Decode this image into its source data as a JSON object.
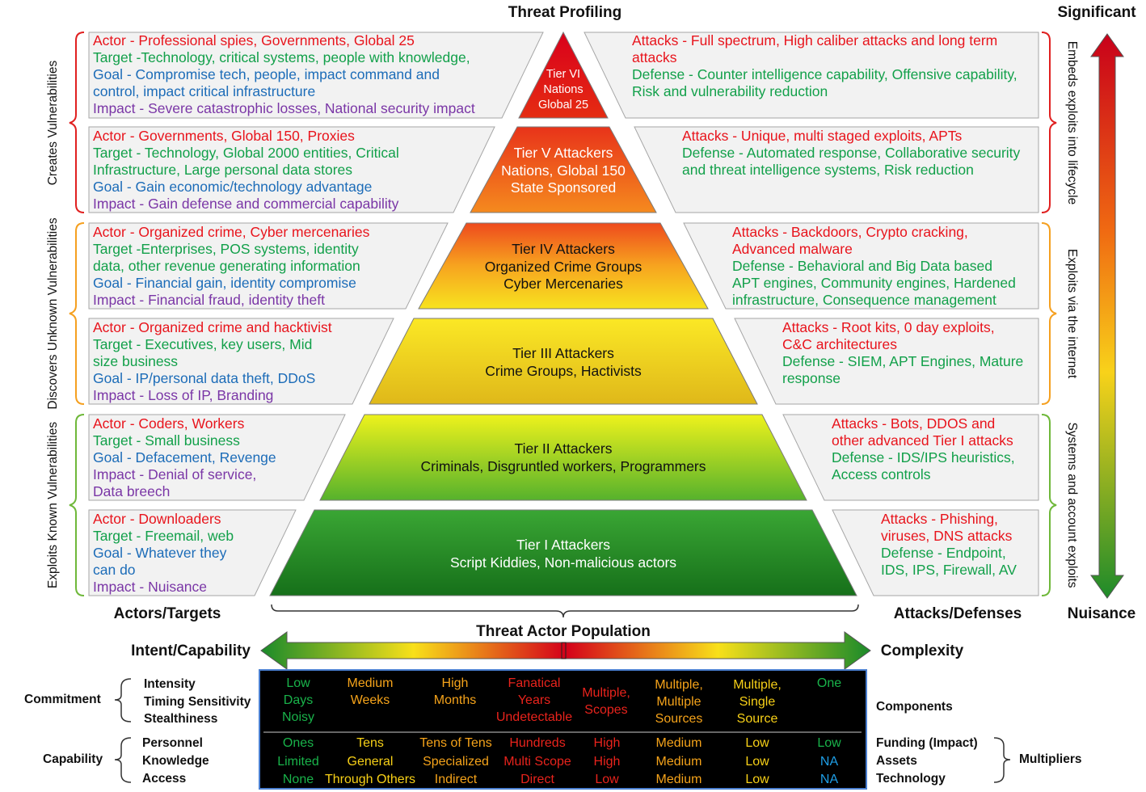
{
  "header": {
    "title": "Threat Profiling",
    "significant": "Significant",
    "nuisance": "Nuisance",
    "actors_targets": "Actors/Targets",
    "attacks_defenses": "Attacks/Defenses",
    "population": "Threat Actor Population",
    "intent": "Intent/Capability",
    "complexity": "Complexity"
  },
  "left_vertical": {
    "creates": "Creates Vulnerabilities",
    "discovers": "Discovers Unknown Vulnerabilities",
    "exploits_known": "Exploits Known Vulnerabilities"
  },
  "right_vertical": {
    "embeds": "Embeds exploits into lifecycle",
    "exploits_internet": "Exploits via the internet",
    "systems": "Systems and account exploits"
  },
  "tiers": [
    {
      "label": [
        "Tier VI",
        "Nations",
        "Global 25"
      ]
    },
    {
      "label": [
        "Tier V Attackers",
        "Nations, Global 150",
        "State Sponsored"
      ]
    },
    {
      "label": [
        "Tier IV Attackers",
        "Organized Crime Groups",
        "Cyber Mercenaries"
      ]
    },
    {
      "label": [
        "Tier III Attackers",
        "Crime Groups, Hactivists"
      ]
    },
    {
      "label": [
        "Tier II Attackers",
        "Criminals, Disgruntled workers, Programmers"
      ]
    },
    {
      "label": [
        "Tier I Attackers",
        "Script Kiddies, Non-malicious actors"
      ]
    }
  ],
  "left_panels": [
    [
      {
        "c": "red",
        "t": "Actor - Professional spies, Governments, Global 25"
      },
      {
        "c": "green",
        "t": "Target -Technology, critical systems, people with knowledge,"
      },
      {
        "c": "blue",
        "t": "Goal - Compromise tech, people, impact command and"
      },
      {
        "c": "blue",
        "t": "control, impact critical infrastructure"
      },
      {
        "c": "purple",
        "t": "Impact - Severe catastrophic losses, National security impact"
      }
    ],
    [
      {
        "c": "red",
        "t": "Actor - Governments, Global 150, Proxies"
      },
      {
        "c": "green",
        "t": "Target - Technology, Global 2000 entities, Critical"
      },
      {
        "c": "green",
        "t": "Infrastructure, Large personal data stores"
      },
      {
        "c": "blue",
        "t": "Goal - Gain economic/technology advantage"
      },
      {
        "c": "purple",
        "t": "Impact - Gain defense and commercial capability"
      }
    ],
    [
      {
        "c": "red",
        "t": "Actor - Organized crime, Cyber mercenaries"
      },
      {
        "c": "green",
        "t": "Target -Enterprises, POS systems, identity"
      },
      {
        "c": "green",
        "t": "data, other revenue generating information"
      },
      {
        "c": "blue",
        "t": "Goal - Financial gain, identity compromise"
      },
      {
        "c": "purple",
        "t": "Impact - Financial fraud, identity theft"
      }
    ],
    [
      {
        "c": "red",
        "t": "Actor - Organized crime and hacktivist"
      },
      {
        "c": "green",
        "t": "Target - Executives, key users, Mid"
      },
      {
        "c": "green",
        "t": "size business"
      },
      {
        "c": "blue",
        "t": "Goal - IP/personal data theft, DDoS"
      },
      {
        "c": "purple",
        "t": "Impact - Loss of IP, Branding"
      }
    ],
    [
      {
        "c": "red",
        "t": "Actor - Coders, Workers"
      },
      {
        "c": "green",
        "t": "Target -  Small business"
      },
      {
        "c": "blue",
        "t": "Goal - Defacement, Revenge"
      },
      {
        "c": "purple",
        "t": "Impact - Denial of service,"
      },
      {
        "c": "purple",
        "t": "Data breech"
      }
    ],
    [
      {
        "c": "red",
        "t": "Actor - Downloaders"
      },
      {
        "c": "green",
        "t": "Target - Freemail, web"
      },
      {
        "c": "blue",
        "t": "Goal - Whatever they"
      },
      {
        "c": "blue",
        "t": "can do"
      },
      {
        "c": "purple",
        "t": "Impact - Nuisance"
      }
    ]
  ],
  "right_panels": [
    [
      {
        "c": "red",
        "t": "Attacks - Full spectrum, High caliber attacks and long term"
      },
      {
        "c": "red",
        "t": "attacks"
      },
      {
        "c": "green",
        "t": "Defense - Counter intelligence capability, Offensive capability,"
      },
      {
        "c": "green",
        "t": "Risk and vulnerability reduction"
      }
    ],
    [
      {
        "c": "red",
        "t": "Attacks - Unique, multi staged exploits, APTs"
      },
      {
        "c": "green",
        "t": "Defense - Automated response, Collaborative security"
      },
      {
        "c": "green",
        "t": "and threat intelligence systems, Risk reduction"
      }
    ],
    [
      {
        "c": "red",
        "t": "Attacks - Backdoors, Crypto cracking,"
      },
      {
        "c": "red",
        "t": "Advanced malware"
      },
      {
        "c": "green",
        "t": "Defense -  Behavioral and Big Data based"
      },
      {
        "c": "green",
        "t": "APT engines, Community engines, Hardened"
      },
      {
        "c": "green",
        "t": "infrastructure, Consequence management"
      }
    ],
    [
      {
        "c": "red",
        "t": "Attacks - Root kits, 0 day exploits,"
      },
      {
        "c": "red",
        "t": "C&C architectures"
      },
      {
        "c": "green",
        "t": "Defense - SIEM, APT Engines, Mature"
      },
      {
        "c": "green",
        "t": "response"
      }
    ],
    [
      {
        "c": "red",
        "t": "Attacks - Bots, DDOS and"
      },
      {
        "c": "red",
        "t": "other advanced Tier I attacks"
      },
      {
        "c": "green",
        "t": "Defense - IDS/IPS heuristics,"
      },
      {
        "c": "green",
        "t": "Access controls"
      }
    ],
    [
      {
        "c": "red",
        "t": "Attacks - Phishing,"
      },
      {
        "c": "red",
        "t": "viruses, DNS attacks"
      },
      {
        "c": "green",
        "t": "Defense - Endpoint,"
      },
      {
        "c": "green",
        "t": "IDS, IPS, Firewall, AV"
      }
    ]
  ],
  "table": {
    "left_groups": [
      {
        "group": "Commitment",
        "items": [
          "Intensity",
          "Timing Sensitivity",
          "Stealthiness"
        ]
      },
      {
        "group": "Capability",
        "items": [
          "Personnel",
          "Knowledge",
          "Access"
        ]
      }
    ],
    "right_labels": {
      "components": "Components",
      "items": [
        "Funding (Impact)",
        "Assets",
        "Technology"
      ],
      "multipliers": "Multipliers"
    },
    "top_rows": [
      {
        "c": "green",
        "lines": [
          "Low",
          "Days",
          "Noisy"
        ]
      },
      {
        "c": "orange",
        "lines": [
          "Medium",
          "Weeks"
        ]
      },
      {
        "c": "orange",
        "lines": [
          "High",
          "Months"
        ]
      },
      {
        "c": "redd",
        "lines": [
          "Fanatical",
          "Years",
          "Undetectable"
        ]
      },
      {
        "c": "redd",
        "lines": [
          "Multiple,",
          "Scopes"
        ]
      },
      {
        "c": "orange",
        "lines": [
          "Multiple,",
          "Multiple",
          "Sources"
        ]
      },
      {
        "c": "yellow",
        "lines": [
          "Multiple,",
          "Single",
          "Source"
        ]
      },
      {
        "c": "green",
        "lines": [
          "One"
        ]
      }
    ],
    "bottom_rows": [
      {
        "c": [
          "green",
          "green",
          "green"
        ],
        "lines": [
          "Ones",
          "Limited",
          "None"
        ]
      },
      {
        "c": [
          "yellow",
          "yellow",
          "yellow"
        ],
        "lines": [
          "Tens",
          "General",
          "Through Others"
        ]
      },
      {
        "c": [
          "orange",
          "orange",
          "orange"
        ],
        "lines": [
          "Tens of Tens",
          "Specialized",
          "Indirect"
        ]
      },
      {
        "c": [
          "redd",
          "redd",
          "redd"
        ],
        "lines": [
          "Hundreds",
          "Multi Scope",
          "Direct"
        ]
      },
      {
        "c": [
          "redd",
          "redd",
          "redd"
        ],
        "lines": [
          "High",
          "High",
          "Low"
        ]
      },
      {
        "c": [
          "orange",
          "orange",
          "orange"
        ],
        "lines": [
          "Medium",
          "Medium",
          "Medium"
        ]
      },
      {
        "c": [
          "yellow",
          "yellow",
          "yellow"
        ],
        "lines": [
          "Low",
          "Low",
          "Low"
        ]
      },
      {
        "c": [
          "green",
          "blue",
          "blue"
        ],
        "lines": [
          "Low",
          "NA",
          "NA"
        ]
      }
    ]
  }
}
